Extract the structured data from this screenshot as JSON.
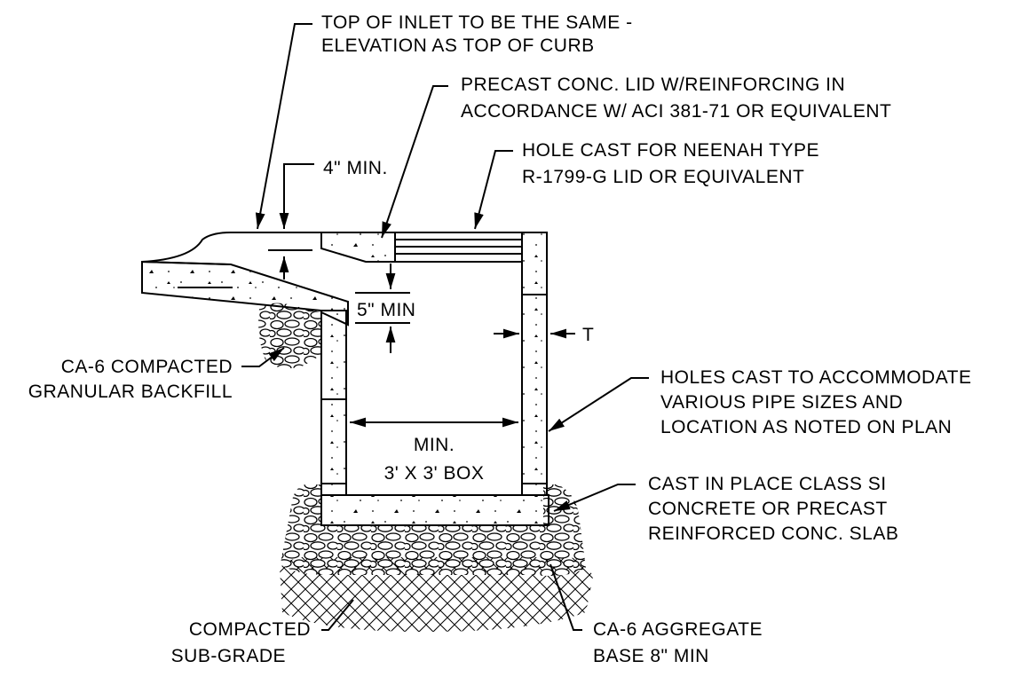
{
  "labels": {
    "top_of_inlet_1": "TOP OF INLET TO BE THE SAME -",
    "top_of_inlet_2": "ELEVATION AS TOP OF CURB",
    "precast_lid_1": "PRECAST CONC. LID W/REINFORCING IN",
    "precast_lid_2": "ACCORDANCE W/ ACI 381-71 OR EQUIVALENT",
    "hole_cast_1": "HOLE CAST FOR NEENAH TYPE",
    "hole_cast_2": "R-1799-G LID OR EQUIVALENT",
    "four_min": "4\" MIN.",
    "five_min": "5\" MIN",
    "t_dim": "T",
    "backfill_1": "CA-6 COMPACTED",
    "backfill_2": "GRANULAR BACKFILL",
    "holes_pipe_1": "HOLES CAST TO ACCOMMODATE",
    "holes_pipe_2": "VARIOUS PIPE SIZES AND",
    "holes_pipe_3": "LOCATION AS NOTED ON PLAN",
    "box_1": "MIN.",
    "box_2": "3' X 3' BOX",
    "slab_1": "CAST IN PLACE CLASS SI",
    "slab_2": "CONCRETE OR PRECAST",
    "slab_3": "REINFORCED CONC. SLAB",
    "subgrade_1": "COMPACTED",
    "subgrade_2": "SUB-GRADE",
    "aggregate_1": "CA-6 AGGREGATE",
    "aggregate_2": "BASE 8\" MIN"
  }
}
